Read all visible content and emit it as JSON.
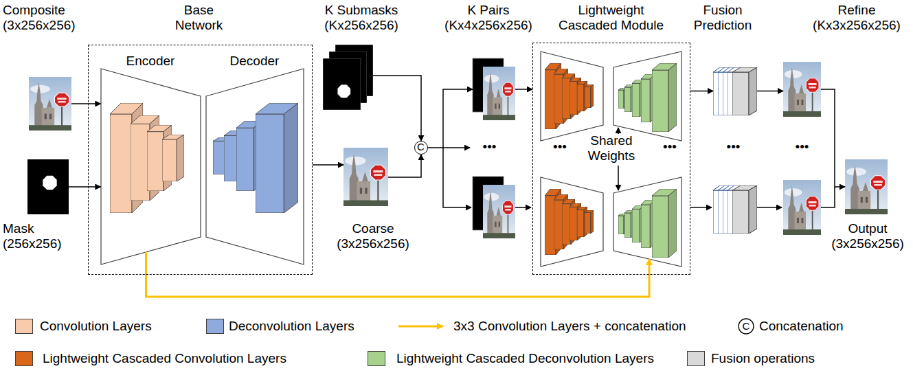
{
  "diagram": {
    "nodes": [
      {
        "text": [
          "Composite (3x256x256)"
        ]
      },
      {
        "text": [
          "Mask (256x256)"
        ]
      },
      {
        "text": [
          "Base Network"
        ]
      },
      {
        "text": [
          "Encoder"
        ],
        "in": 2
      },
      {
        "text": [
          "Decoder"
        ],
        "in": 2
      },
      {
        "text": [
          "K Submasks (Kx256x256)"
        ]
      },
      {
        "text": [
          "C"
        ]
      },
      {
        "text": [
          "Coarse (3x256x256)"
        ]
      },
      {
        "text": [
          "K Pairs (Kx4x256x256)"
        ]
      },
      {
        "text": [
          "Lightweight Cascaded Module"
        ]
      },
      {
        "text": [
          "Fusion Prediction"
        ]
      },
      {
        "text": [
          "Refine (Kx3x256x256)"
        ]
      },
      {
        "text": [
          "Output (3x256x256)"
        ]
      }
    ],
    "edges": [
      {
        "from": 0,
        "to": 3,
        "arrow": "to"
      },
      {
        "from": 1,
        "to": 3,
        "arrow": "to"
      },
      {
        "from": 2,
        "to": 7,
        "arrow": "to"
      },
      {
        "from": 5,
        "to": 6,
        "arrow": "to"
      },
      {
        "from": 7,
        "to": 6,
        "arrow": "to"
      },
      {
        "from": 6,
        "to": 8,
        "arrow": "to"
      },
      {
        "from": 8,
        "to": 9,
        "arrow": "to"
      },
      {
        "from": 9,
        "to": 10,
        "arrow": "to"
      },
      {
        "from": 10,
        "to": 11,
        "arrow": "to"
      },
      {
        "from": 11,
        "to": 12,
        "arrow": "to"
      },
      {
        "from": 3,
        "to": 9,
        "arrow": "to"
      }
    ],
    "labels": [
      "Shared Weights",
      "•••",
      "•••",
      "•••",
      "•••",
      "•••",
      "C"
    ],
    "legend": [
      {
        "text": "Convolution Layers",
        "color": "#F8CBAD"
      },
      {
        "text": "Deconvolution Layers",
        "color": "#8FAADC"
      },
      {
        "text": "3x3 Convolution Layers + concatenation"
      },
      {
        "text": "Concatenation"
      },
      {
        "text": "Lightweight Cascaded Convolution Layers",
        "color": "#D9661B"
      },
      {
        "text": "Lightweight Cascaded Deconvolution Layers",
        "color": "#A9D18E"
      },
      {
        "text": "Fusion operations",
        "color": "#D9D9D9"
      }
    ]
  }
}
